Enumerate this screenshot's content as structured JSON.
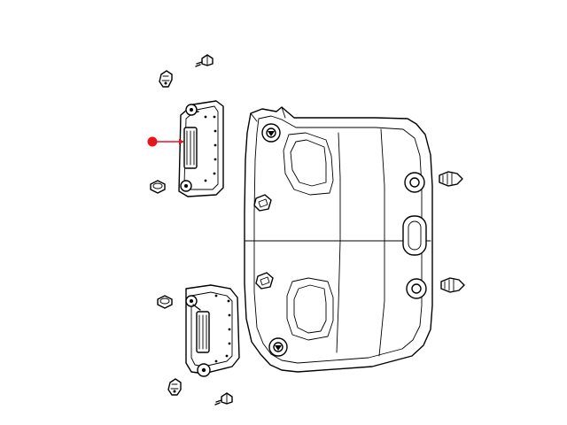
{
  "diagram": {
    "type": "exploded-parts-diagram",
    "callouts": [],
    "highlight": {
      "marker_color": "#e8141c",
      "target_part": "upper-sun-visor"
    },
    "line_color": "#000000",
    "background_color": "#ffffff",
    "parts": [
      "headliner-panel",
      "upper-visor-screw",
      "upper-visor-clip",
      "upper-sun-visor",
      "upper-visor-retainer",
      "lower-visor-retainer",
      "lower-sun-visor",
      "lower-visor-clip",
      "lower-visor-screw",
      "right-retainer-upper",
      "right-retainer-lower"
    ]
  }
}
